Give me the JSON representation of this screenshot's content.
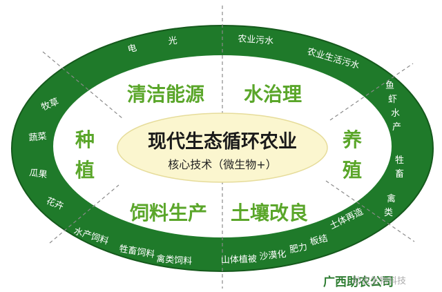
{
  "center": {
    "title": "现代生态循环农业",
    "subtitle": "核心技术（微生物+）"
  },
  "sectors": {
    "top_left": "清洁能源",
    "top_right": "水治理",
    "bottom_left": "饲料生产",
    "bottom_right": "土壤改良"
  },
  "sides": {
    "left": [
      "种",
      "植"
    ],
    "right": [
      "养",
      "殖"
    ]
  },
  "ring_labels": {
    "electric": "电",
    "light": "光",
    "agri_sewage": "农业污水",
    "agri_life_sewage": "农业生活污水",
    "aquatic": [
      "鱼",
      "虾",
      "水",
      "产"
    ],
    "livestock": [
      "牲",
      "畜"
    ],
    "poultry": [
      "禽",
      "类"
    ],
    "soil_restore": "土体再造",
    "hardening": "板结",
    "fertility": "肥力",
    "desertification": "沙漠化",
    "vegetation": "山体植被",
    "poultry_feed": "禽类饲料",
    "livestock_feed": "牲畜饲料",
    "aquatic_feed": "水产饲料",
    "flowers": "花卉",
    "melons": "瓜果",
    "vegetables": "蔬菜",
    "pasture": "牧草"
  },
  "footer": {
    "brand": "广西助农公司",
    "watermark": "助农生物科技"
  },
  "colors": {
    "ring": "#1f7a2a",
    "ring_edge": "#15591c",
    "sector_text": "#5aa62a",
    "core_fill": "#fbf6cf",
    "core_stroke": "#e6dc9a",
    "divider": "#8a8a8a",
    "brand": "#2e7d32"
  }
}
